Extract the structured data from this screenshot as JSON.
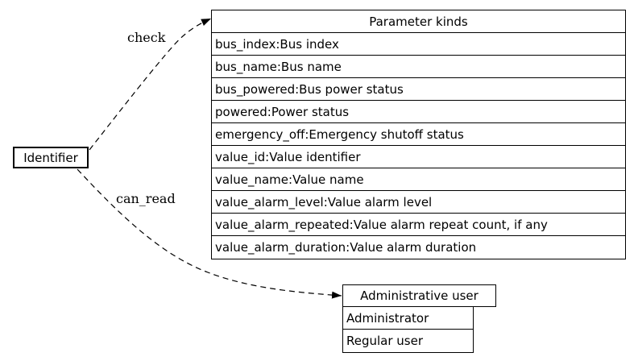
{
  "diagram": {
    "background_color": "#ffffff",
    "line_color": "#000000",
    "identifier_node": {
      "label": "Identifier"
    },
    "parameter_table": {
      "title": "Parameter kinds",
      "rows": [
        "bus_index:Bus index",
        "bus_name:Bus name",
        "bus_powered:Bus power status",
        "powered:Power status",
        "emergency_off:Emergency shutoff status",
        "value_id:Value identifier",
        "value_name:Value name",
        "value_alarm_level:Value alarm level",
        "value_alarm_repeated:Value alarm repeat count, if any",
        "value_alarm_duration:Value alarm duration"
      ]
    },
    "admin_table": {
      "title": "Administrative user",
      "rows": [
        "Administrator",
        "Regular user"
      ]
    },
    "edges": {
      "check": {
        "label": "check",
        "style": "dashed",
        "from": "Identifier",
        "to": "Parameter kinds"
      },
      "can_read": {
        "label": "can_read",
        "style": "dashed",
        "from": "Identifier",
        "to": "Administrative user"
      }
    }
  }
}
